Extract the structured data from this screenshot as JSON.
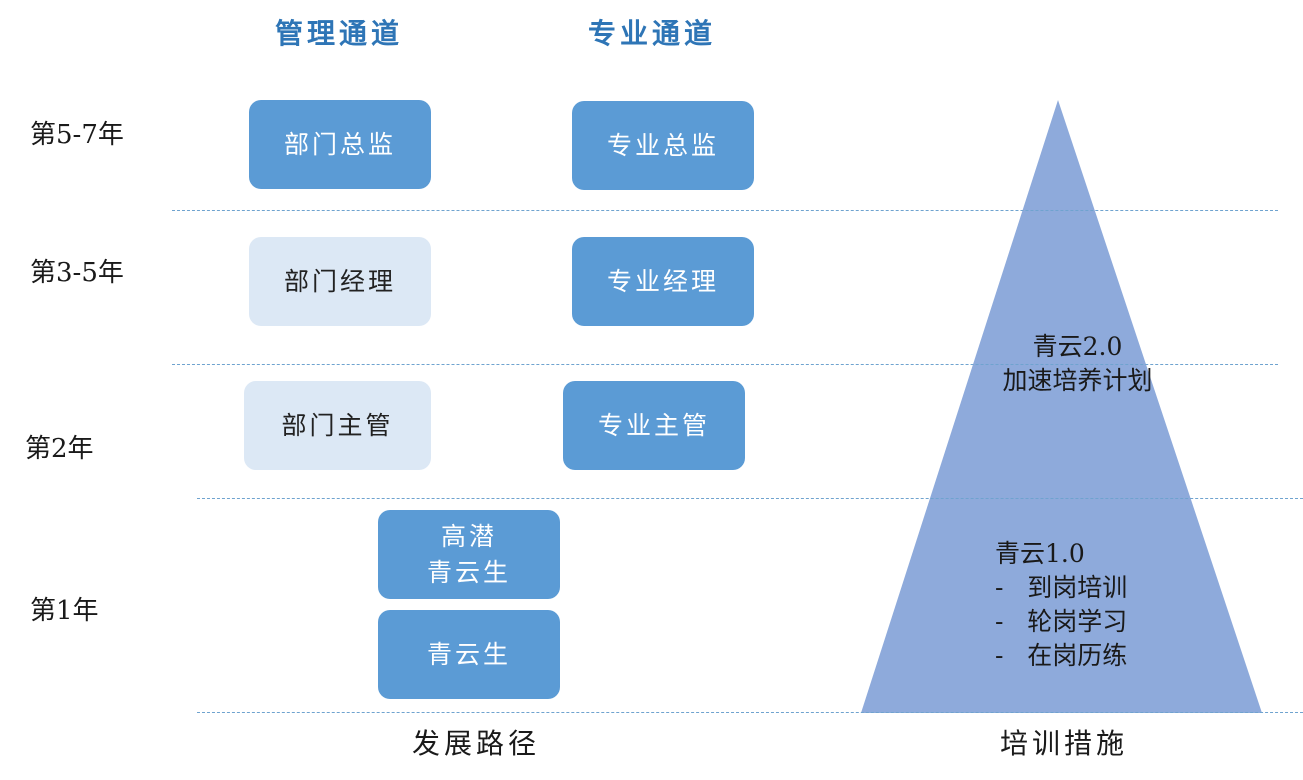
{
  "tracks": {
    "management": "管理通道",
    "professional": "专业通道"
  },
  "years": {
    "y57": "第5-7年",
    "y35": "第3-5年",
    "y2": "第2年",
    "y1": "第1年"
  },
  "management_boxes": {
    "director": "部门总监",
    "manager": "部门经理",
    "supervisor": "部门主管"
  },
  "professional_boxes": {
    "director": "专业总监",
    "manager": "专业经理",
    "supervisor": "专业主管"
  },
  "entry_boxes": {
    "high_potential_line1": "高潜",
    "high_potential_line2": "青云生",
    "base": "青云生"
  },
  "pyramid": {
    "upper_title": "青云2.0",
    "upper_subtitle": "加速培养计划",
    "lower_title": "青云1.0",
    "lower_items": [
      "-   到岗培训",
      "-   轮岗学习",
      "-   在岗历练"
    ]
  },
  "footer": {
    "path_label": "发展路径",
    "training_label": "培训措施"
  },
  "colors": {
    "accent_title": "#2e75b6",
    "box_dark": "#5b9bd5",
    "box_light": "#dce8f5",
    "pyramid_fill": "#8eaadb",
    "divider": "#6fa3cf"
  }
}
